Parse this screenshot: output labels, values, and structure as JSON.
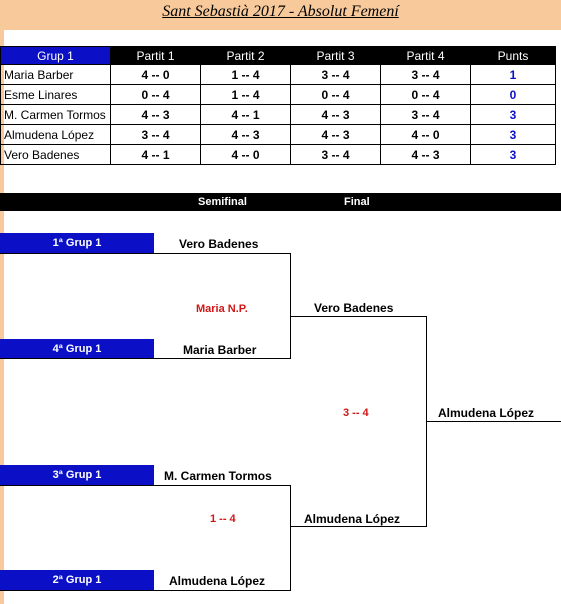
{
  "title": "Sant Sebastià 2017 - Absolut Femení",
  "colors": {
    "header_blue": "#0b10c7",
    "title_bg": "#f7c99b",
    "result_red": "#d21717"
  },
  "group_table": {
    "headers": [
      "Grup 1",
      "Partit 1",
      "Partit 2",
      "Partit 3",
      "Partit 4",
      "Punts"
    ],
    "rows": [
      {
        "name": "Maria Barber",
        "p1": "4 -- 0",
        "p2": "1 -- 4",
        "p3": "3 -- 4",
        "p4": "3 -- 4",
        "pts": "1"
      },
      {
        "name": "Esme Linares",
        "p1": "0 -- 4",
        "p2": "1 -- 4",
        "p3": "0 -- 4",
        "p4": "0 -- 4",
        "pts": "0"
      },
      {
        "name": "M. Carmen Tormos",
        "p1": "4 -- 3",
        "p2": "4 -- 1",
        "p3": "4 -- 3",
        "p4": "3 -- 4",
        "pts": "3"
      },
      {
        "name": "Almudena López",
        "p1": "3 -- 4",
        "p2": "4 -- 3",
        "p3": "4 -- 3",
        "p4": "4 -- 0",
        "pts": "3"
      },
      {
        "name": "Vero Badenes",
        "p1": "4 -- 1",
        "p2": "4 -- 0",
        "p3": "3 -- 4",
        "p4": "4 -- 3",
        "pts": "3"
      }
    ]
  },
  "rounds": {
    "semifinal": "Semifinal",
    "final": "Final"
  },
  "bracket": {
    "seed1": {
      "label": "1ª Grup 1",
      "player": "Vero Badenes"
    },
    "seed4": {
      "label": "4ª Grup 1",
      "player": "Maria Barber"
    },
    "seed3": {
      "label": "3ª Grup 1",
      "player": "M. Carmen Tormos"
    },
    "seed2": {
      "label": "2ª Grup 1",
      "player": "Almudena López"
    },
    "semi1_result": "Maria N.P.",
    "semi1_winner": "Vero Badenes",
    "semi2_result": "1 -- 4",
    "semi2_winner": "Almudena López",
    "final_result": "3 -- 4",
    "champion": "Almudena López"
  }
}
